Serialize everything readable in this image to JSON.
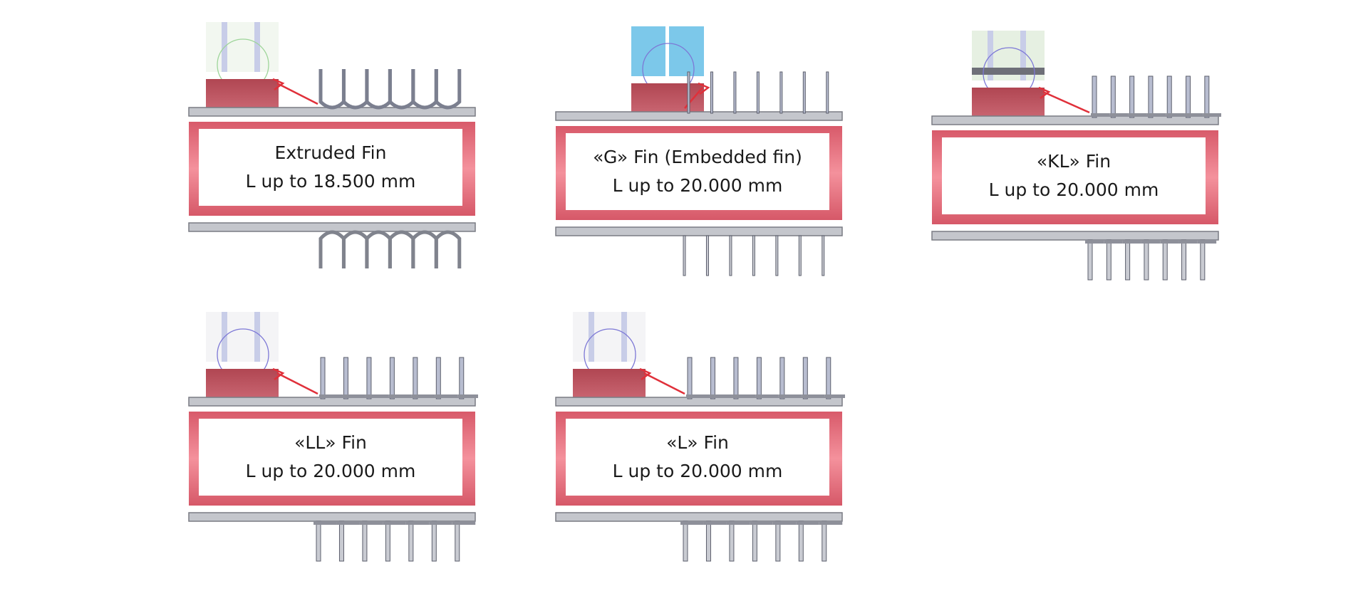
{
  "colors": {
    "tube": "#e8697a",
    "block": "#b14a55",
    "wall": "#9a9ca3",
    "fin": "#b8bdd0",
    "arrow": "#e0303a"
  },
  "panels": [
    {
      "fin_type": "extruded",
      "inset": "green",
      "title": "Extruded Fin",
      "length": "L up to 18.500 mm"
    },
    {
      "fin_type": "g",
      "inset": "blue",
      "title": "«G» Fin (Embedded fin)",
      "length": "L up to 20.000 mm"
    },
    {
      "fin_type": "kl",
      "inset": "kl",
      "title": "«KL» Fin",
      "length": "L up to 20.000 mm"
    },
    {
      "fin_type": "ll",
      "inset": "plain",
      "title": "«LL» Fin",
      "length": "L up to 20.000 mm"
    },
    {
      "fin_type": "l",
      "inset": "plain",
      "title": "«L» Fin",
      "length": "L up to 20.000 mm"
    }
  ]
}
